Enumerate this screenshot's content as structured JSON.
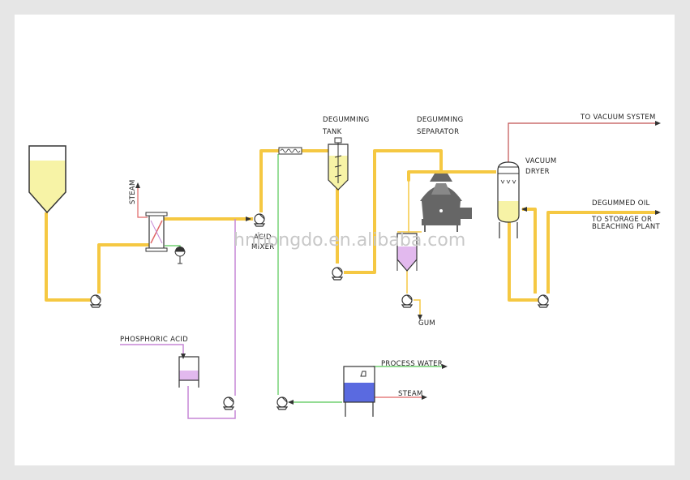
{
  "labels": {
    "steam_top": "STEAM",
    "acid_mixer_1": "ACID",
    "acid_mixer_2": "MIXER",
    "degumming_tank_1": "DEGUMMING",
    "degumming_tank_2": "TANK",
    "degumming_separator_1": "DEGUMMING",
    "degumming_separator_2": "SEPARATOR",
    "vacuum_dryer_1": "VACUUM",
    "vacuum_dryer_2": "DRYER",
    "to_vacuum_system": "TO VACUUM SYSTEM",
    "degummed_oil": "DEGUMMED OIL",
    "to_storage": "TO STORAGE OR",
    "bleaching_plant": "BLEACHING PLANT",
    "gum": "GUM",
    "phosphoric_acid": "PHOSPHORIC ACID",
    "process_water": "PROCESS WATER",
    "steam_bottom": "STEAM"
  },
  "watermark": "hnhongdo.en.alibaba.com",
  "colors": {
    "oil_line": "#f5c842",
    "acid_line": "#c586d6",
    "water_line": "#55c855",
    "steam_line": "#e06666",
    "vacuum_line": "#c05050",
    "oil_fill": "#f7f3a6",
    "acid_fill": "#e2b9ee",
    "water_fill": "#5a6ae0",
    "equipment": "#333333",
    "separator": "#666666"
  }
}
